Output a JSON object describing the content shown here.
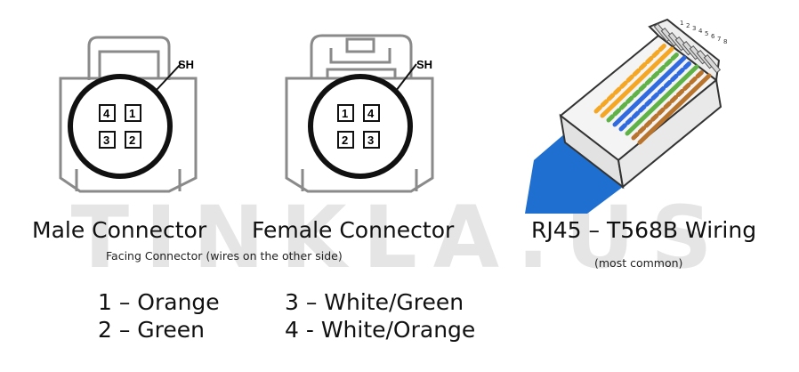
{
  "watermark": {
    "text": "TINKLA.US"
  },
  "male": {
    "sh_label": "SH",
    "pins": [
      "4",
      "1",
      "3",
      "2"
    ],
    "caption": "Male Connector"
  },
  "female": {
    "sh_label": "SH",
    "pins": [
      "1",
      "4",
      "2",
      "3"
    ],
    "caption": "Female Connector"
  },
  "facing_note": "Facing Connector (wires on the other side)",
  "rj45": {
    "pin_numbers": [
      "1",
      "2",
      "3",
      "4",
      "5",
      "6",
      "7",
      "8"
    ],
    "caption": "RJ45 – T568B Wiring",
    "subcaption": "(most common)"
  },
  "legend": {
    "item1": "1 – Orange",
    "item2": "2 – Green",
    "item3": "3 – White/Green",
    "item4": "4 - White/Orange"
  },
  "colors": {
    "cable_blue": "#1e6fd0",
    "orange": "#f5a623",
    "green": "#5fb346",
    "blue": "#2f6ae0",
    "brown": "#b8742c"
  }
}
